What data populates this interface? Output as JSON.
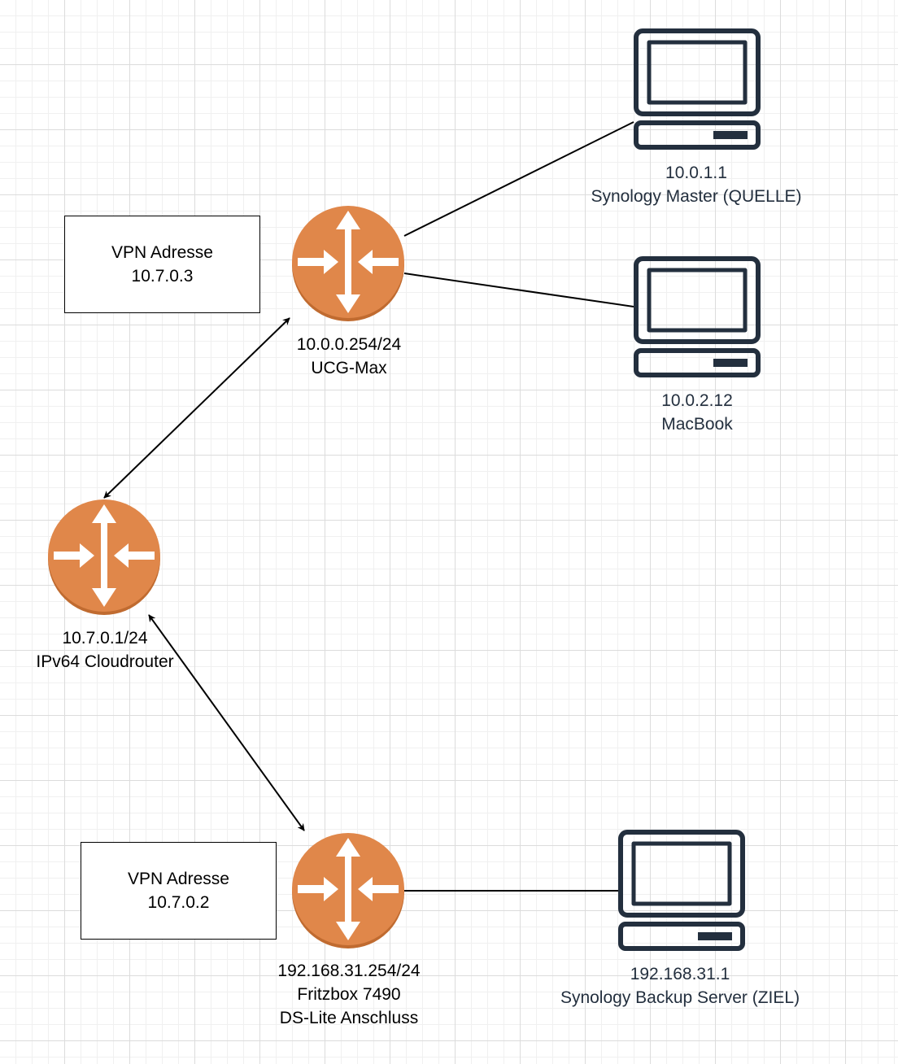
{
  "colors": {
    "router_fill": "#e0874a",
    "router_shade": "#c06b30",
    "router_arrow": "#ffffff",
    "device_stroke": "#232f3e",
    "line": "#000000"
  },
  "vpn_boxes": [
    {
      "line1": "VPN Adresse",
      "line2": "10.7.0.3"
    },
    {
      "line1": "VPN Adresse",
      "line2": "10.7.0.2"
    }
  ],
  "routers": {
    "ucg": {
      "icon": "router-icon",
      "ip": "10.0.0.254/24",
      "name": "UCG-Max"
    },
    "cloud": {
      "icon": "router-icon",
      "ip": "10.7.0.1/24",
      "name": "IPv64 Cloudrouter"
    },
    "fritz": {
      "icon": "router-icon",
      "ip": "192.168.31.254/24",
      "name": "Fritzbox 7490",
      "extra": "DS-Lite Anschluss"
    }
  },
  "devices": {
    "master": {
      "icon": "desktop-computer-icon",
      "ip": "10.0.1.1",
      "name": "Synology Master (QUELLE)"
    },
    "macbook": {
      "icon": "desktop-computer-icon",
      "ip": "10.0.2.12",
      "name": "MacBook"
    },
    "backup": {
      "icon": "desktop-computer-icon",
      "ip": "192.168.31.1",
      "name": "Synology Backup Server (ZIEL)"
    }
  }
}
